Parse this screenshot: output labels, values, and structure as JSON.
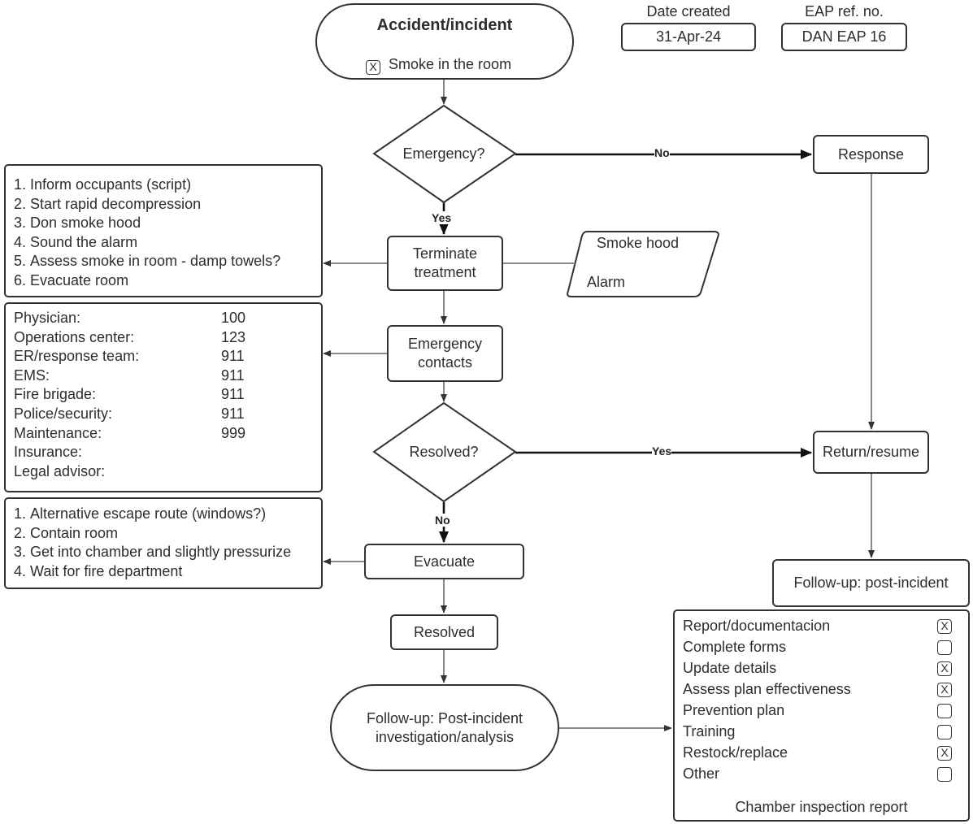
{
  "start": {
    "title": "Accident/incident",
    "option_label": "Smoke in the room",
    "option_mark": "X"
  },
  "date_created": {
    "label": "Date created",
    "value": "31-Apr-24"
  },
  "eap_ref": {
    "label": "EAP ref. no.",
    "value": "DAN EAP 16"
  },
  "nodes": {
    "emergency": "Emergency?",
    "response": "Response",
    "terminate": "Terminate\ntreatment",
    "smoke_hood": "Smoke hood",
    "alarm": "Alarm",
    "emergency_contacts": "Emergency\ncontacts",
    "resolved_q": "Resolved?",
    "return_resume": "Return/resume",
    "evacuate": "Evacuate",
    "resolved": "Resolved",
    "followup_left": "Follow-up: Post-incident\ninvestigation/analysis",
    "followup_right": "Follow-up: post-incident"
  },
  "edge_labels": {
    "no1": "No",
    "yes1": "Yes",
    "yes2": "Yes",
    "no2": "No"
  },
  "terminate_steps": [
    {
      "num": "1.",
      "text": "Inform occupants (script)"
    },
    {
      "num": "2.",
      "text": "Start rapid decompression"
    },
    {
      "num": "3.",
      "text": "Don smoke hood"
    },
    {
      "num": "4.",
      "text": "Sound the alarm"
    },
    {
      "num": "5.",
      "text": "Assess smoke in room - damp towels?"
    },
    {
      "num": "6.",
      "text": "Evacuate room"
    }
  ],
  "contacts": [
    {
      "name": "Physician:",
      "number": "100"
    },
    {
      "name": "Operations center:",
      "number": "123"
    },
    {
      "name": "ER/response team:",
      "number": "911"
    },
    {
      "name": "EMS:",
      "number": "911"
    },
    {
      "name": "Fire brigade:",
      "number": "911"
    },
    {
      "name": "Police/security:",
      "number": "911"
    },
    {
      "name": "Maintenance:",
      "number": "999"
    },
    {
      "name": "Insurance:",
      "number": ""
    },
    {
      "name": "Legal advisor:",
      "number": ""
    }
  ],
  "evacuate_steps": [
    {
      "num": "1.",
      "text": "Alternative escape route (windows?)"
    },
    {
      "num": "2.",
      "text": "Contain room"
    },
    {
      "num": "3.",
      "text": "Get into chamber and slightly pressurize"
    },
    {
      "num": "4.",
      "text": "Wait for fire department"
    }
  ],
  "checklist": [
    {
      "label": "Report/documentacion",
      "mark": "X"
    },
    {
      "label": "Complete forms",
      "mark": ""
    },
    {
      "label": "Update details",
      "mark": "X"
    },
    {
      "label": "Assess plan effectiveness",
      "mark": "X"
    },
    {
      "label": "Prevention plan",
      "mark": ""
    },
    {
      "label": "Training",
      "mark": ""
    },
    {
      "label": "Restock/replace",
      "mark": "X"
    },
    {
      "label": "Other",
      "mark": ""
    }
  ],
  "checklist_footer": "Chamber inspection report"
}
